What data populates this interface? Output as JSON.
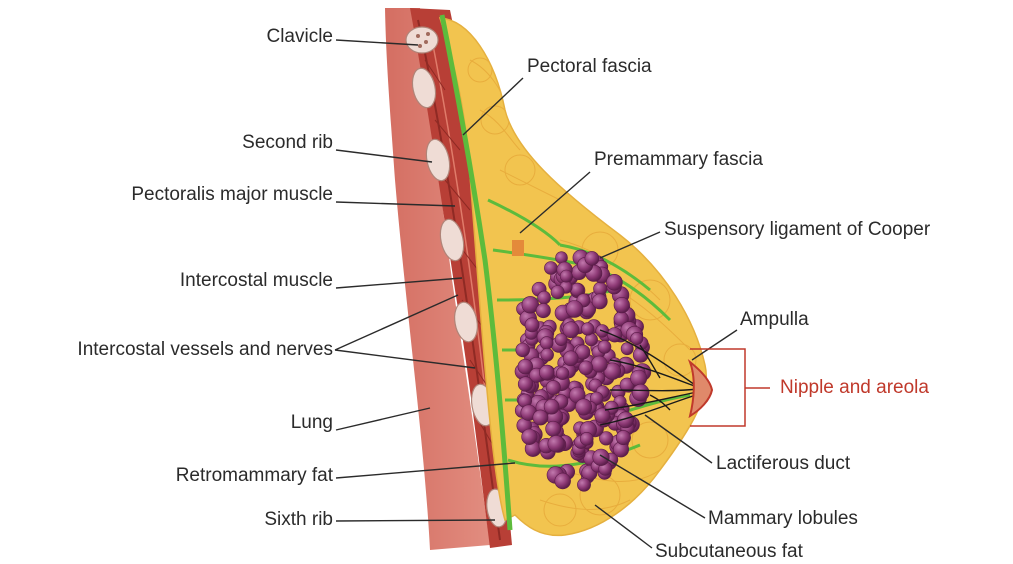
{
  "labels": {
    "clavicle": "Clavicle",
    "second_rib": "Second rib",
    "pectoralis_major": "Pectoralis major muscle",
    "intercostal_muscle": "Intercostal muscle",
    "intercostal_vessels": "Intercostal vessels and nerves",
    "lung": "Lung",
    "retromammary_fat": "Retromammary fat",
    "sixth_rib": "Sixth rib",
    "pectoral_fascia": "Pectoral fascia",
    "premammary_fascia": "Premammary fascia",
    "suspensory_ligament": "Suspensory ligament of Cooper",
    "ampulla": "Ampulla",
    "nipple_areola": "Nipple and areola",
    "lactiferous_duct": "Lactiferous duct",
    "mammary_lobules": "Mammary lobules",
    "subcutaneous_fat": "Subcutaneous fat"
  },
  "colors": {
    "text": "#2b2b2b",
    "accent": "#c0392b",
    "muscle": "#c9574b",
    "lung": "#d9776a",
    "fascia": "#5dbb3c",
    "fat": "#f2c44f",
    "lobule": "#8e3a76",
    "bone": "#f0ddd6"
  }
}
